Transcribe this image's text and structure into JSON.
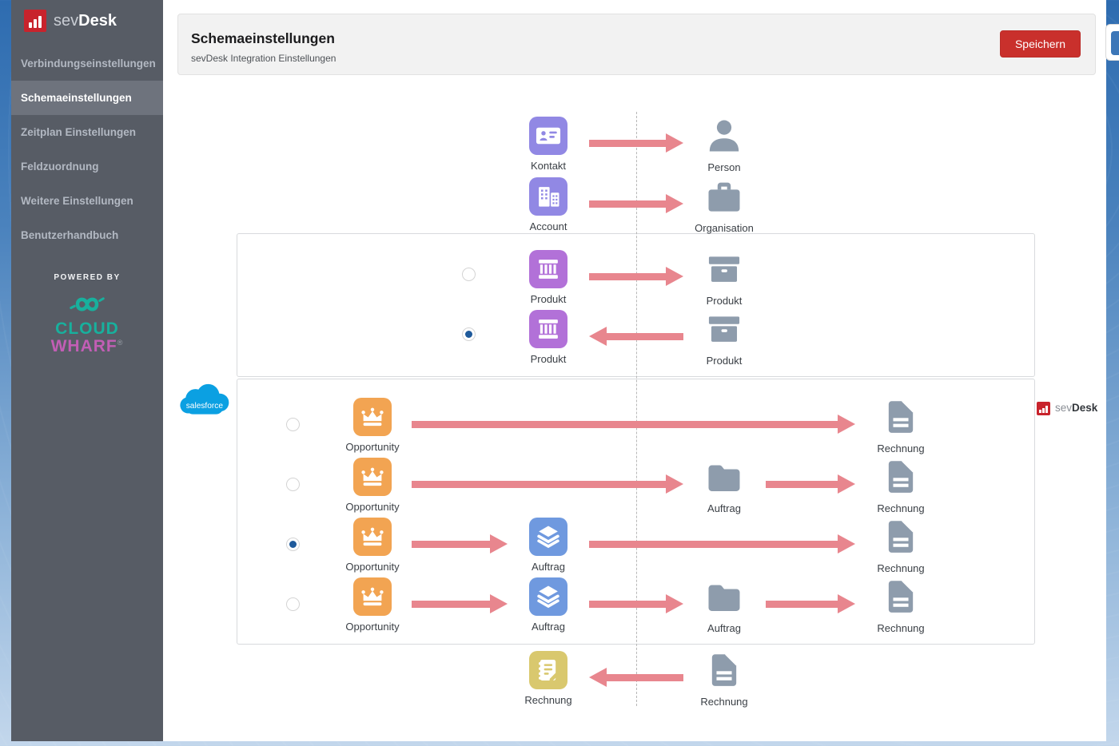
{
  "colors": {
    "accent_red": "#c8232c",
    "save_button_red": "#c9302c",
    "arrow_salmon": "#e8868e",
    "purple_contact_account": "#9188e4",
    "purple_product": "#b271d8",
    "orange_opportunity": "#f2a452",
    "blue_order": "#6f99df",
    "yellow_invoice": "#d9c86e",
    "gray_sevdesk_icons": "#8e9cac",
    "salesforce_blue": "#0ba0e2",
    "cloudwharf_teal": "#18b09d",
    "cloudwharf_magenta": "#c25eb5",
    "radio_selected_blue": "#1f5a9b",
    "sidebar_bg": "#575c65",
    "sidebar_active_bg": "#6e737d"
  },
  "sidebar": {
    "logo": {
      "sev": "sev",
      "desk": "Desk"
    },
    "items": [
      {
        "label": "Verbindungseinstellungen",
        "active": false
      },
      {
        "label": "Schemaeinstellungen",
        "active": true
      },
      {
        "label": "Zeitplan Einstellungen",
        "active": false
      },
      {
        "label": "Feldzuordnung",
        "active": false
      },
      {
        "label": "Weitere Einstellungen",
        "active": false
      },
      {
        "label": "Benutzerhandbuch",
        "active": false
      }
    ],
    "powered_by": "POWERED BY",
    "brand_line1": "CLOUD",
    "brand_line2": "WHARF",
    "registered_mark": "®"
  },
  "header": {
    "title": "Schemaeinstellungen",
    "subtitle": "sevDesk Integration Einstellungen",
    "save_label": "Speichern"
  },
  "platforms": {
    "left_logo_text": "salesforce",
    "right_logo": {
      "sev": "sev",
      "desk": "Desk"
    }
  },
  "diagram": {
    "contact_row": {
      "left_label": "Kontakt",
      "right_label": "Person",
      "direction": "salesforce-to-sevdesk"
    },
    "account_row": {
      "left_label": "Account",
      "right_label": "Organisation",
      "direction": "salesforce-to-sevdesk"
    },
    "product_options": [
      {
        "left_label": "Produkt",
        "right_label": "Produkt",
        "direction": "salesforce-to-sevdesk",
        "selected": false
      },
      {
        "left_label": "Produkt",
        "right_label": "Produkt",
        "direction": "sevdesk-to-salesforce",
        "selected": true
      }
    ],
    "opportunity_options": [
      {
        "labels": [
          "Opportunity",
          "Rechnung"
        ],
        "selected": false
      },
      {
        "labels": [
          "Opportunity",
          "Auftrag",
          "Rechnung"
        ],
        "selected": false
      },
      {
        "labels": [
          "Opportunity",
          "Auftrag",
          "Rechnung"
        ],
        "selected": true
      },
      {
        "labels": [
          "Opportunity",
          "Auftrag",
          "Auftrag",
          "Rechnung"
        ],
        "selected": false
      }
    ],
    "invoice_row": {
      "left_label": "Rechnung",
      "right_label": "Rechnung",
      "direction": "sevdesk-to-salesforce"
    }
  }
}
